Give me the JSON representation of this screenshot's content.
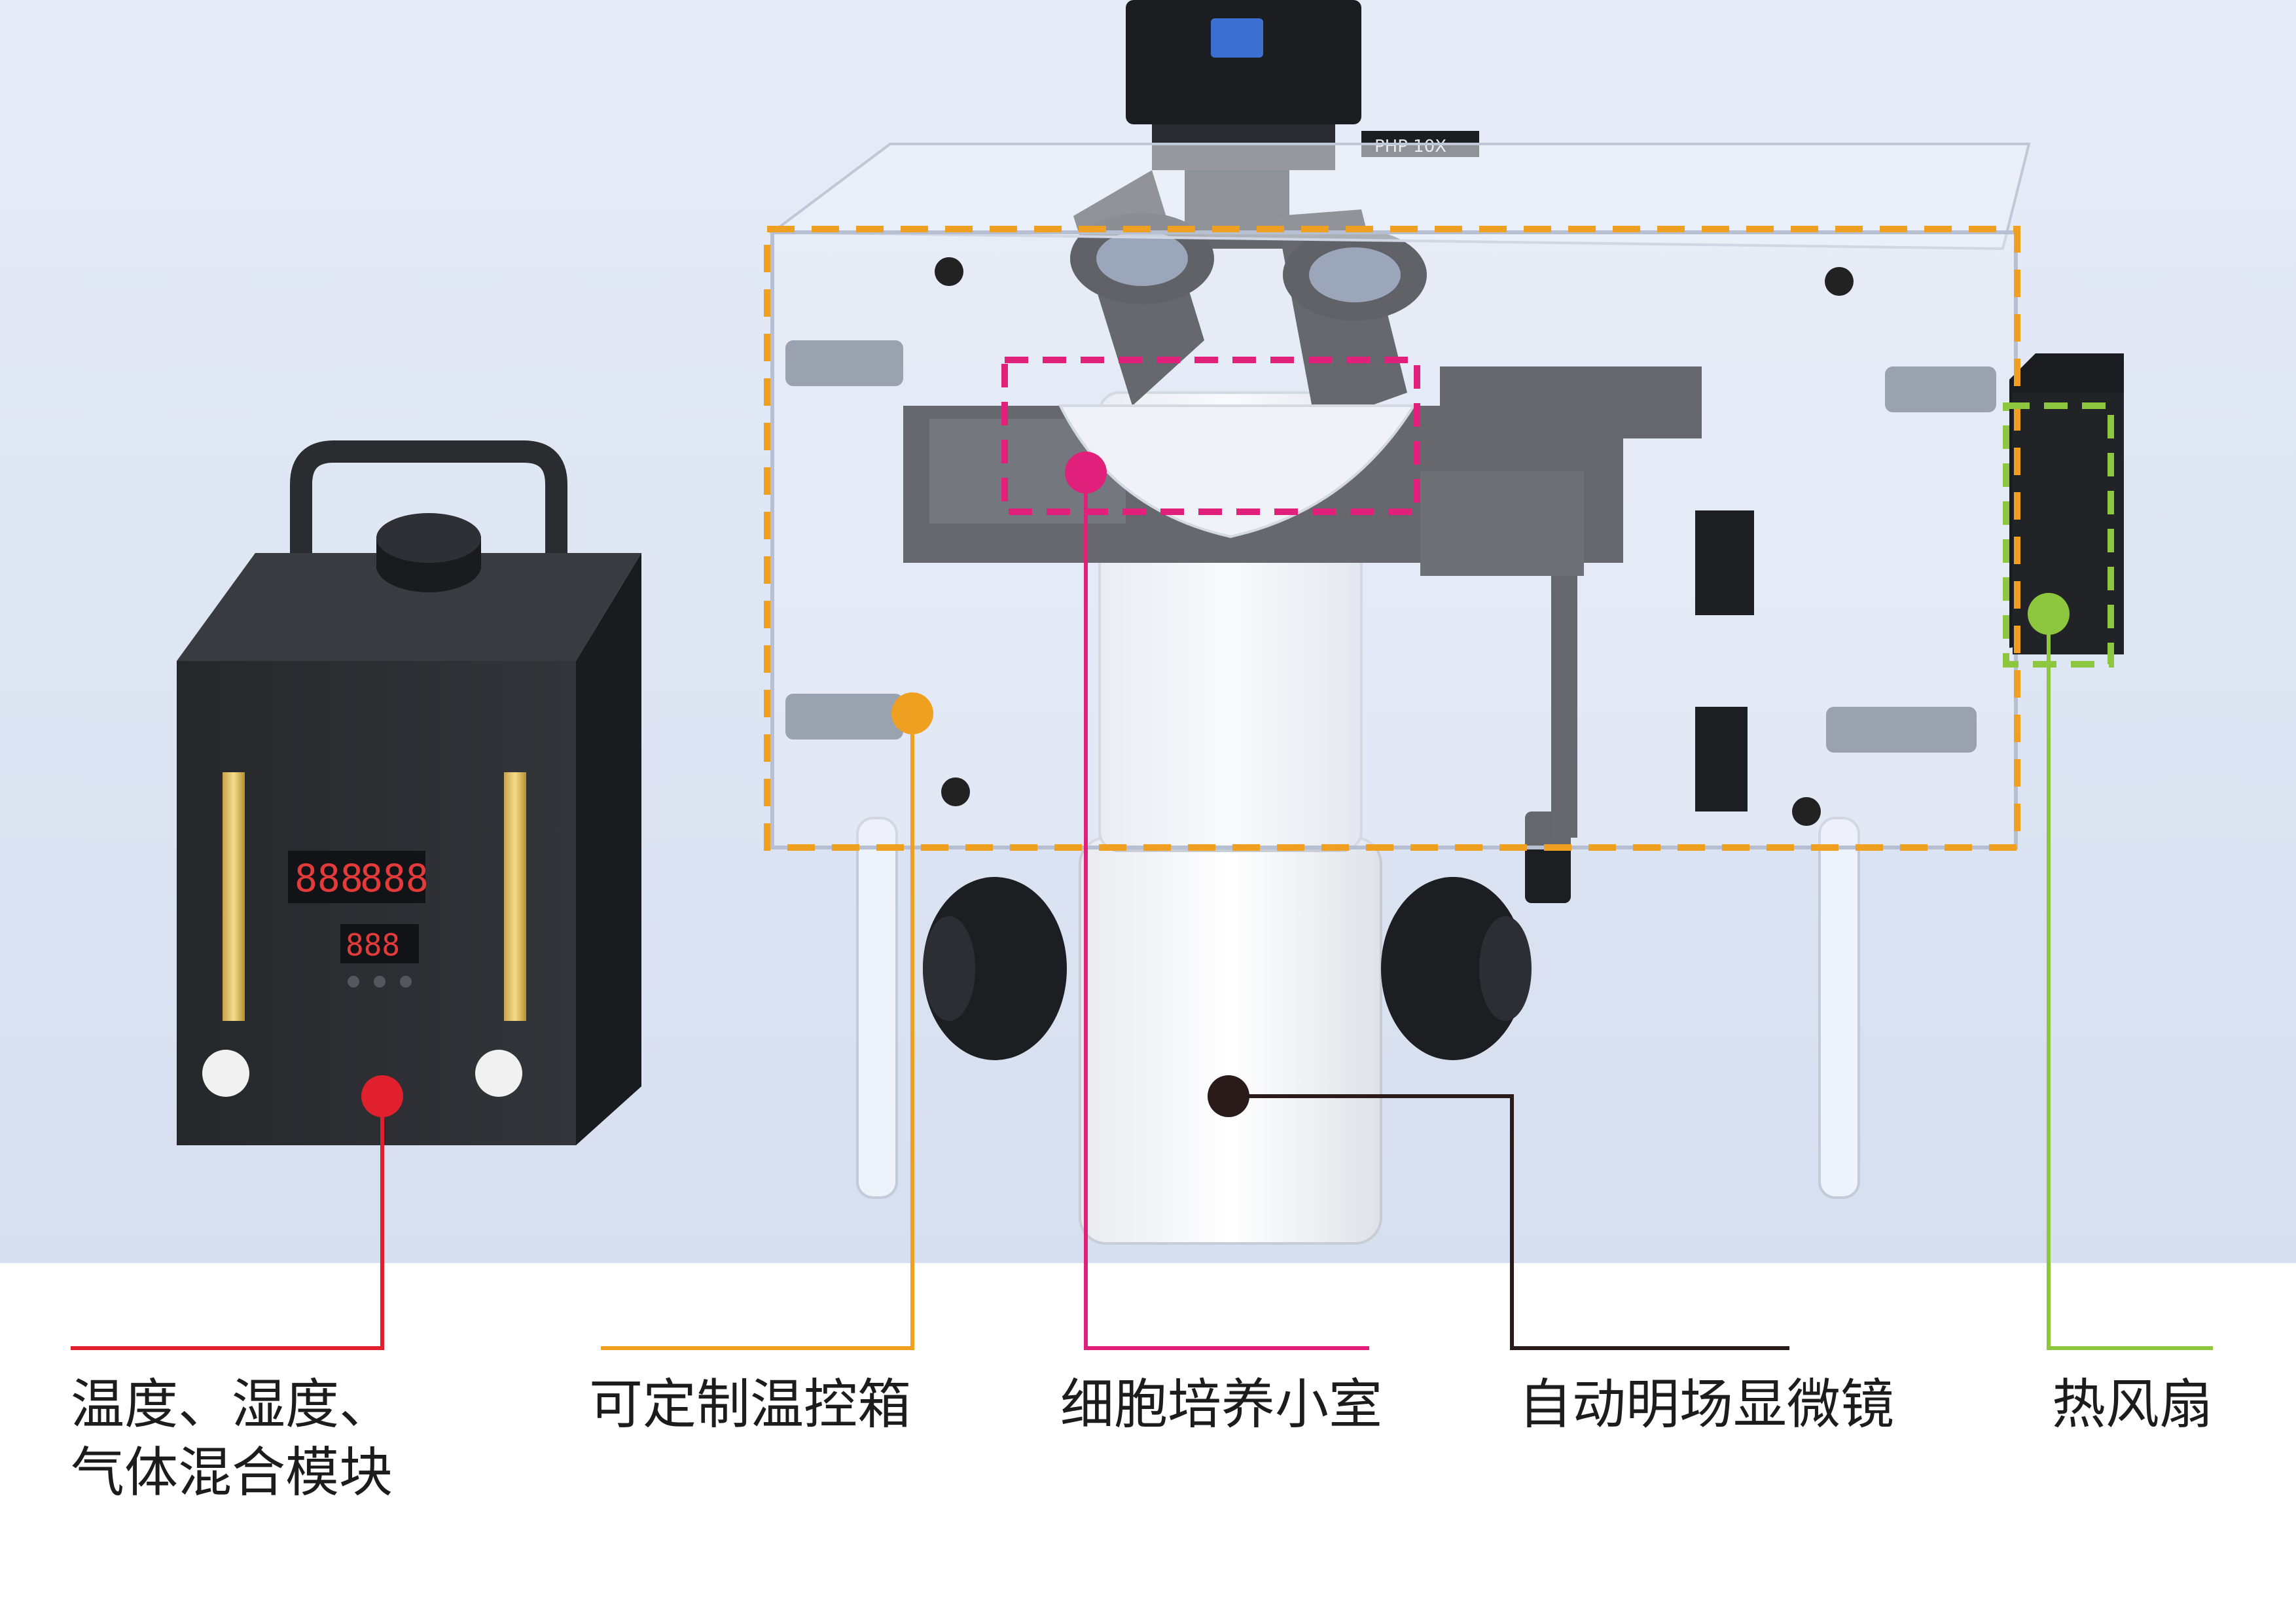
{
  "labels": {
    "gas_module": {
      "line1": "温度、湿度、",
      "line2": "气体混合模块",
      "color": "#e0202c"
    },
    "temp_box": {
      "text": "可定制温控箱",
      "color": "#f0a020"
    },
    "cell_chamber": {
      "text": "细胞培养小室",
      "color": "#e0207a"
    },
    "microscope": {
      "text": "自动明场显微镜",
      "color": "#2a1a1a"
    },
    "fan": {
      "text": "热风扇",
      "color": "#8dc63f"
    }
  },
  "device_text": {
    "objective_marking": "PHP 10X",
    "display_1": "888",
    "display_2": "888",
    "display_3": "888"
  },
  "colors": {
    "photo_background": "#dfe7f5",
    "device_black": "#2b2c30",
    "microscope_white": "#f4f5f8"
  }
}
